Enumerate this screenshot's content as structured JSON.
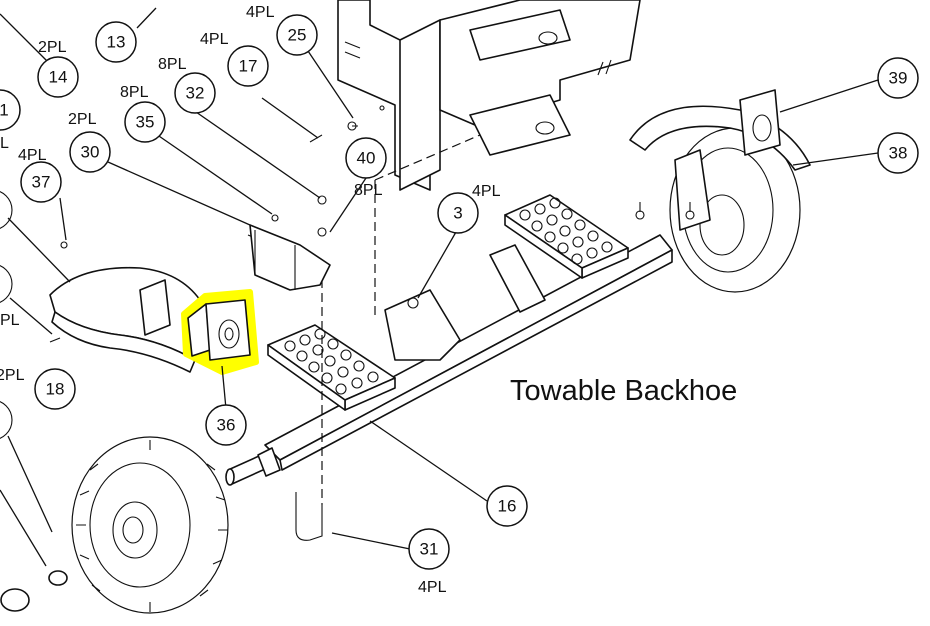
{
  "diagram": {
    "title": "Towable Backhoe",
    "highlight_color": "#ffff00",
    "highlighted_part": "36",
    "callouts": {
      "c1": "1",
      "c3": "3",
      "c13": "13",
      "c14": "14",
      "c16": "16",
      "c17": "17",
      "c18": "18",
      "c25": "25",
      "c30": "30",
      "c31": "31",
      "c32": "32",
      "c35": "35",
      "c36": "36",
      "c37": "37",
      "c38": "38",
      "c39": "39",
      "c40": "40"
    },
    "quantities": {
      "q2pl_14": "2PL",
      "q4pl_top": "4PL",
      "q4pl_17": "4PL",
      "q8pl_32": "8PL",
      "q8pl_35": "8PL",
      "q2pl_30": "2PL",
      "q4pl_37": "4PL",
      "q8pl_40": "8PL",
      "q4pl_3": "4PL",
      "q2pl_left": "2PL",
      "qpl_left": "PL",
      "q4pl_31": "4PL",
      "ql_left": "L"
    }
  }
}
